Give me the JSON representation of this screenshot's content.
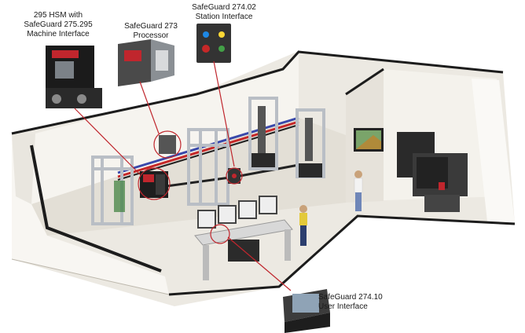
{
  "callouts": {
    "hsm": {
      "line1": "295 HSM with",
      "line2": "SafeGuard 275.295",
      "line3": "Machine Interface"
    },
    "processor": {
      "line1": "SafeGuard 273",
      "line2": "Processor"
    },
    "station": {
      "line1": "SafeGuard 274.02",
      "line2": "Station Interface"
    },
    "user_interface": {
      "line1": "SafeGuard 274.10",
      "line2": "User Interface"
    }
  },
  "colors": {
    "callout_line": "#c0262d",
    "floor": "#ece9e2",
    "wall": "#f7f5f0",
    "wall_shadow": "#d9d5cc",
    "wall_top": "#1c1c1c",
    "frame": "#cfd3d8",
    "cable_red": "#c62828",
    "cable_blue": "#3949ab"
  }
}
